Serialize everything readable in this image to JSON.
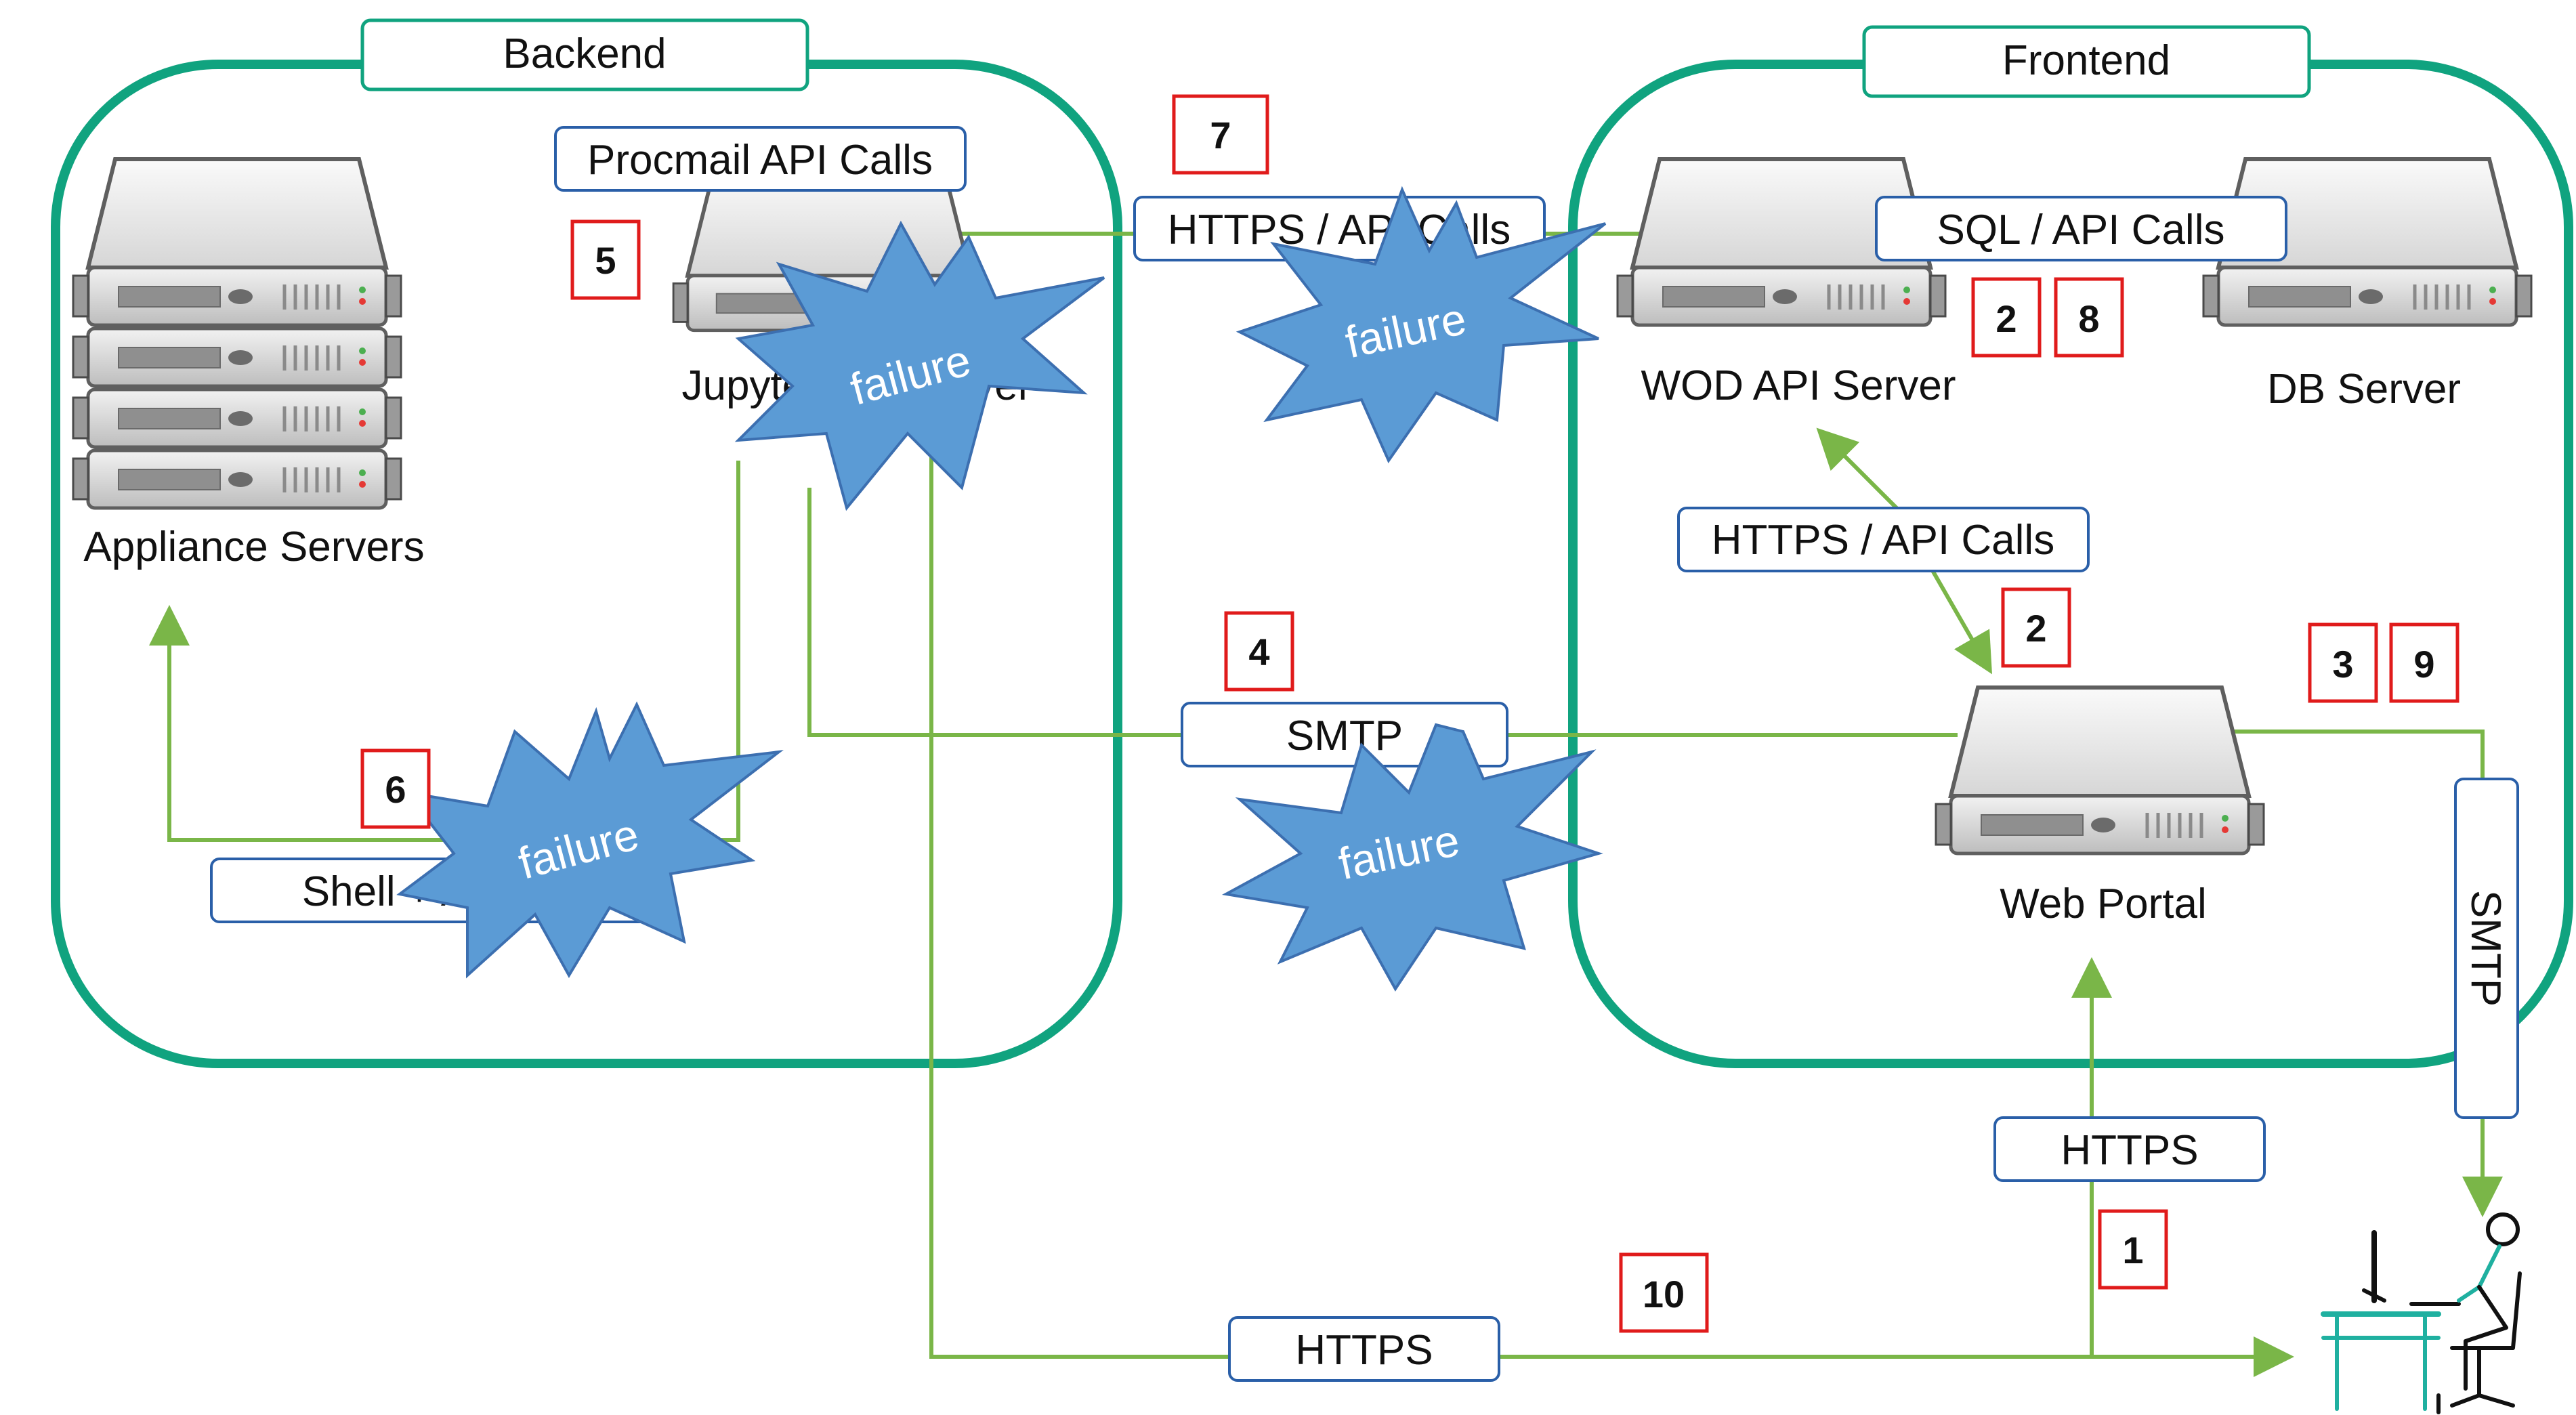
{
  "colors": {
    "frame": "#10a37f",
    "arrow": "#7ab648",
    "box_border": "#2a5fa8",
    "badge_border": "#e01b1b",
    "burst_fill": "#5b9bd5",
    "burst_stroke": "#3c6fb0",
    "server_body": "#d4d4d4"
  },
  "groups": {
    "backend": "Backend",
    "frontend": "Frontend"
  },
  "servers": {
    "appliance": "Appliance Servers",
    "jupyter": "JupyterHub Server",
    "wod_api": "WOD API Server",
    "db": "DB Server",
    "web_portal": "Web Portal"
  },
  "labels": {
    "procmail": "Procmail API Calls",
    "https_api_top": "HTTPS / API Calls",
    "sql_api": "SQL / API Calls",
    "https_api_mid": "HTTPS / API Calls",
    "smtp_mid": "SMTP",
    "smtp_right": "SMTP",
    "shell": "Shell + Ansible",
    "https_right": "HTTPS",
    "https_bottom": "HTTPS"
  },
  "failures": [
    "failure",
    "failure",
    "failure",
    "failure"
  ],
  "badges": [
    "1",
    "2",
    "2",
    "3",
    "4",
    "5",
    "6",
    "7",
    "8",
    "9",
    "10"
  ],
  "icons": {
    "user": "user-at-computer-icon"
  }
}
